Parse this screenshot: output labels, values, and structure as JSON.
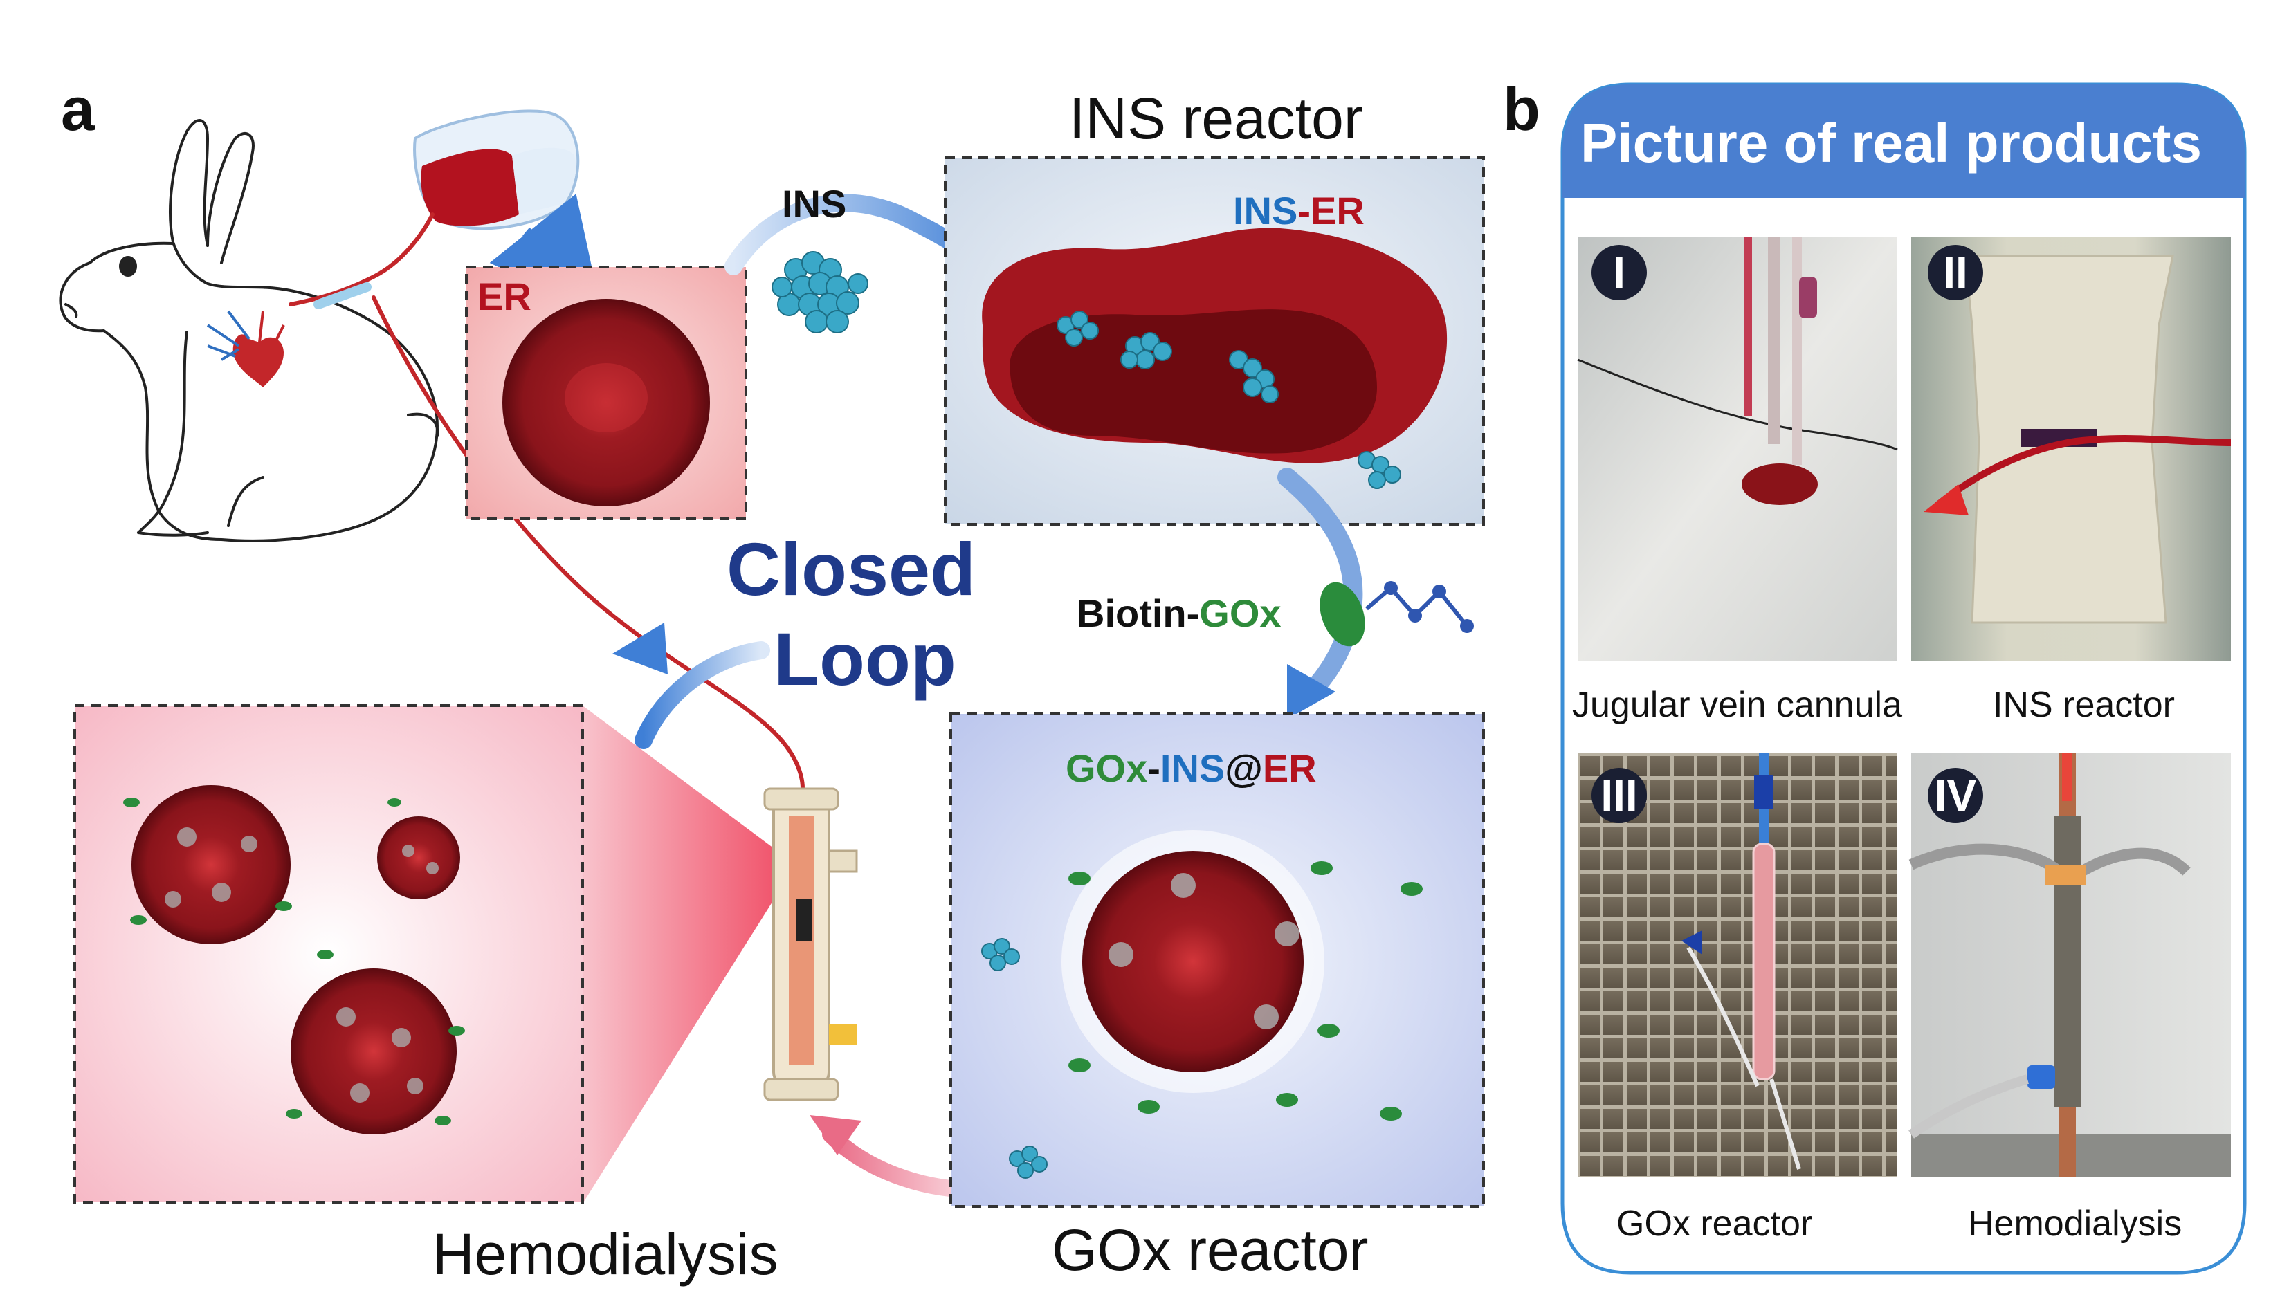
{
  "panel_a": {
    "letter": "a",
    "ins_reactor_title": "INS reactor",
    "ins_label": "INS",
    "er_label": "ER",
    "ins_er": {
      "part1": "INS",
      "dash": "-",
      "part2": "ER"
    },
    "closed_loop": {
      "line1": "Closed",
      "line2": "Loop"
    },
    "biotin_gox": {
      "part1": "Biotin",
      "dash": "-",
      "part2": "GOx"
    },
    "gox_ins_er": {
      "part1": "GOx",
      "dash": "-",
      "part2": "INS",
      "at": "@",
      "part3": "ER"
    },
    "hemodialysis_label": "Hemodialysis",
    "gox_reactor_label": "GOx reactor"
  },
  "panel_b": {
    "letter": "b",
    "header": "Picture of real products",
    "photos": [
      {
        "numeral": "I",
        "caption": "Jugular vein cannula"
      },
      {
        "numeral": "II",
        "caption": "INS reactor"
      },
      {
        "numeral": "III",
        "caption": "GOx reactor"
      },
      {
        "numeral": "IV",
        "caption": "Hemodialysis"
      }
    ]
  },
  "colors": {
    "er_red": "#b3121f",
    "ins_blue": "#1f6fbf",
    "gox_green": "#2e8b3a",
    "closed_loop_navy": "#1f3a8a",
    "panel_b_header": "#4a7fd0"
  }
}
